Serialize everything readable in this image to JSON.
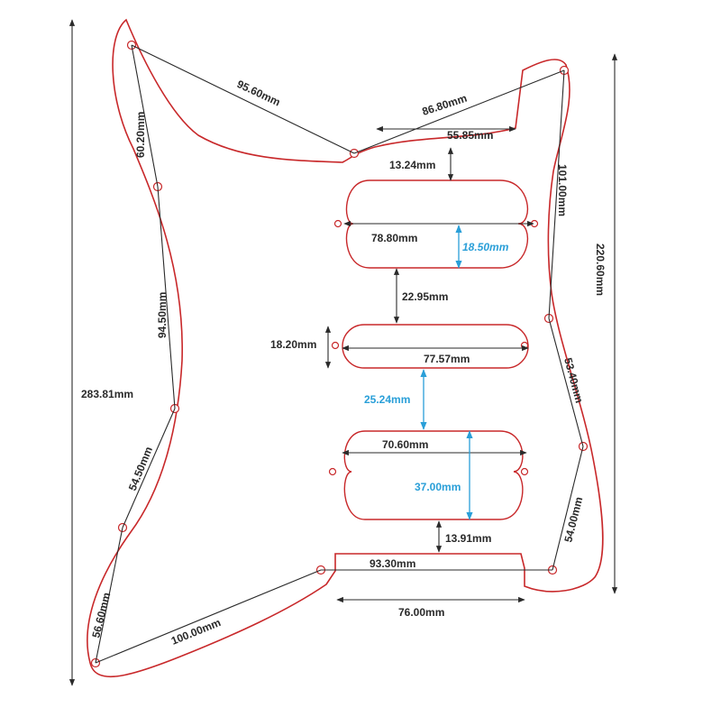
{
  "dimensions": {
    "total_height": "283.81mm",
    "right_height": "220.60mm",
    "top_left_screw_to_center": "95.60mm",
    "top_right_screw_to_center": "86.80mm",
    "top_cutout_width": "55.85mm",
    "neck_to_pickup_gap": "13.24mm",
    "left_upper_screw_span": "60.20mm",
    "right_upper_screw_span": "101.00mm",
    "neck_pickup_width": "78.80mm",
    "neck_pickup_height": "18.50mm",
    "neck_to_middle_gap": "22.95mm",
    "left_mid_screw_span": "94.50mm",
    "middle_pickup_height": "18.20mm",
    "middle_pickup_width": "77.57mm",
    "right_mid_screw_span": "53.40mm",
    "middle_to_bridge_gap": "25.24mm",
    "left_lower_screw_span": "54.50mm",
    "bridge_pickup_width": "70.60mm",
    "bridge_pickup_height": "37.00mm",
    "right_lower_screw_span": "54.00mm",
    "bridge_to_bottom_gap": "13.91mm",
    "bottom_left_screw_span": "56.60mm",
    "bottom_cutout_width": "93.30mm",
    "bottom_screw_span": "100.00mm",
    "bottom_width": "76.00mm"
  },
  "colors": {
    "outline": "#c8282a",
    "dimension_line": "#2a2a2a",
    "highlight": "#2a9fd8"
  }
}
